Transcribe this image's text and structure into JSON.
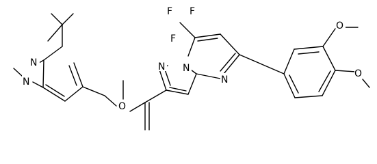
{
  "molecule": {
    "atoms": {
      "F1": "F",
      "F2": "F",
      "F3": "F",
      "O_ring1": "O",
      "O_ring2": "O",
      "N_pyr1": "N",
      "N_pyr2": "N",
      "N_bridge": "N",
      "N_pyrim": "N",
      "N_amide": "N",
      "O_amide": "O"
    }
  }
}
